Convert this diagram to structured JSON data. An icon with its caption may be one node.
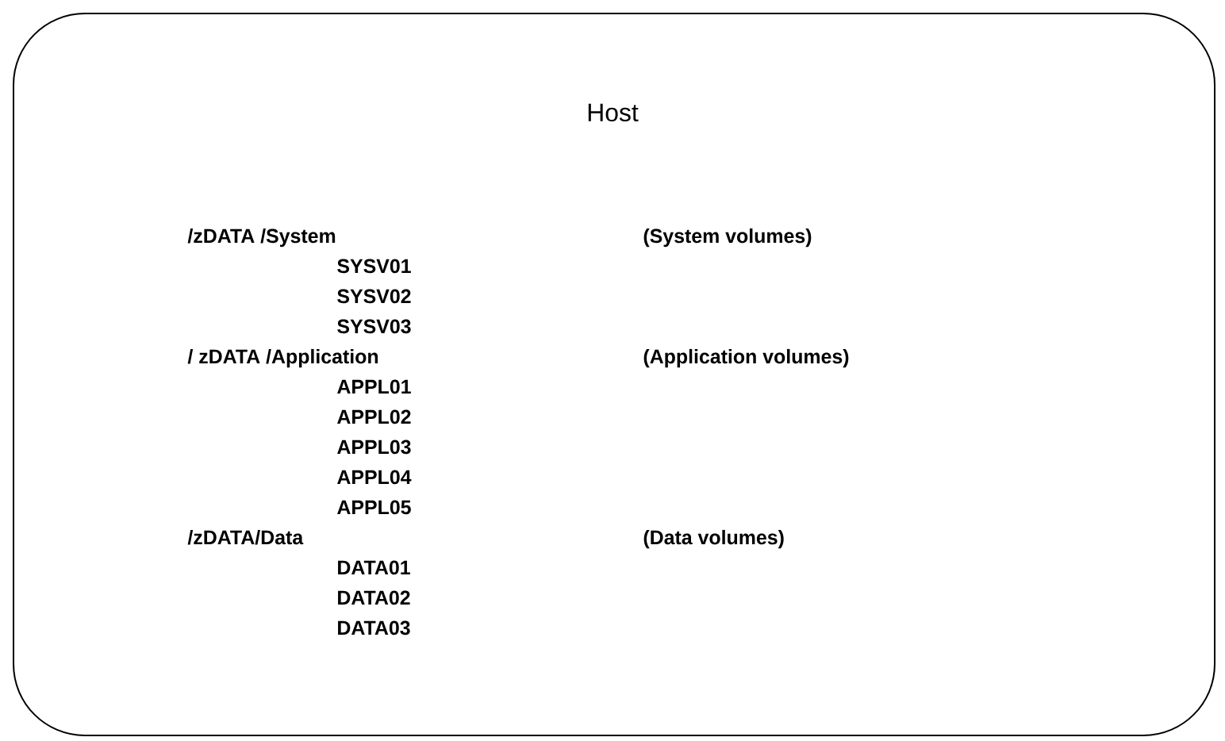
{
  "diagram": {
    "nodes": [
      {
        "text": [
          "Host"
        ]
      }
    ],
    "labels": [
      "/zDATA /System",
      "(System volumes)",
      "SYSV01",
      "SYSV02",
      "SYSV03",
      "/ zDATA /Application",
      "(Application volumes)",
      "APPL01",
      "APPL02",
      "APPL03",
      "APPL04",
      "APPL05",
      "/zDATA/Data",
      "(Data volumes)",
      "DATA01",
      "DATA02",
      "DATA03"
    ]
  }
}
